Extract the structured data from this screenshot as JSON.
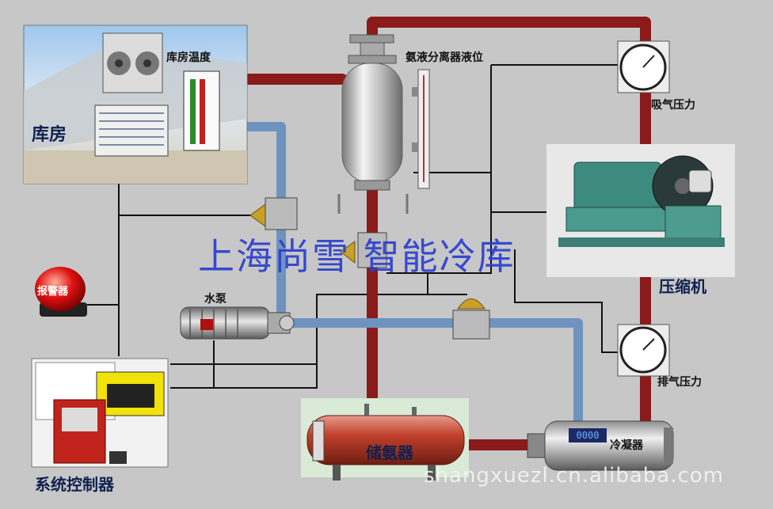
{
  "labels": {
    "cold_room": "库房",
    "cold_room_temp": "库房温度",
    "separator_level": "氨液分离器液位",
    "suction_pressure": "吸气压力",
    "compressor": "压缩机",
    "discharge_pressure": "排气压力",
    "pump": "水泵",
    "alarm": "报警器",
    "controller": "系统控制器",
    "receiver": "储氨器",
    "condenser": "冷凝器"
  },
  "watermark": {
    "title": "上海尚雪 智能冷库",
    "site": "shangxuezl.cn.alibaba.com"
  },
  "condenser_display": "0000",
  "colors": {
    "background": "#c7c7c7",
    "hot_pipe": "#8b1a1a",
    "cold_pipe": "#6f93bf",
    "signal_line": "#111111",
    "watermark": "#2b3fd0"
  }
}
